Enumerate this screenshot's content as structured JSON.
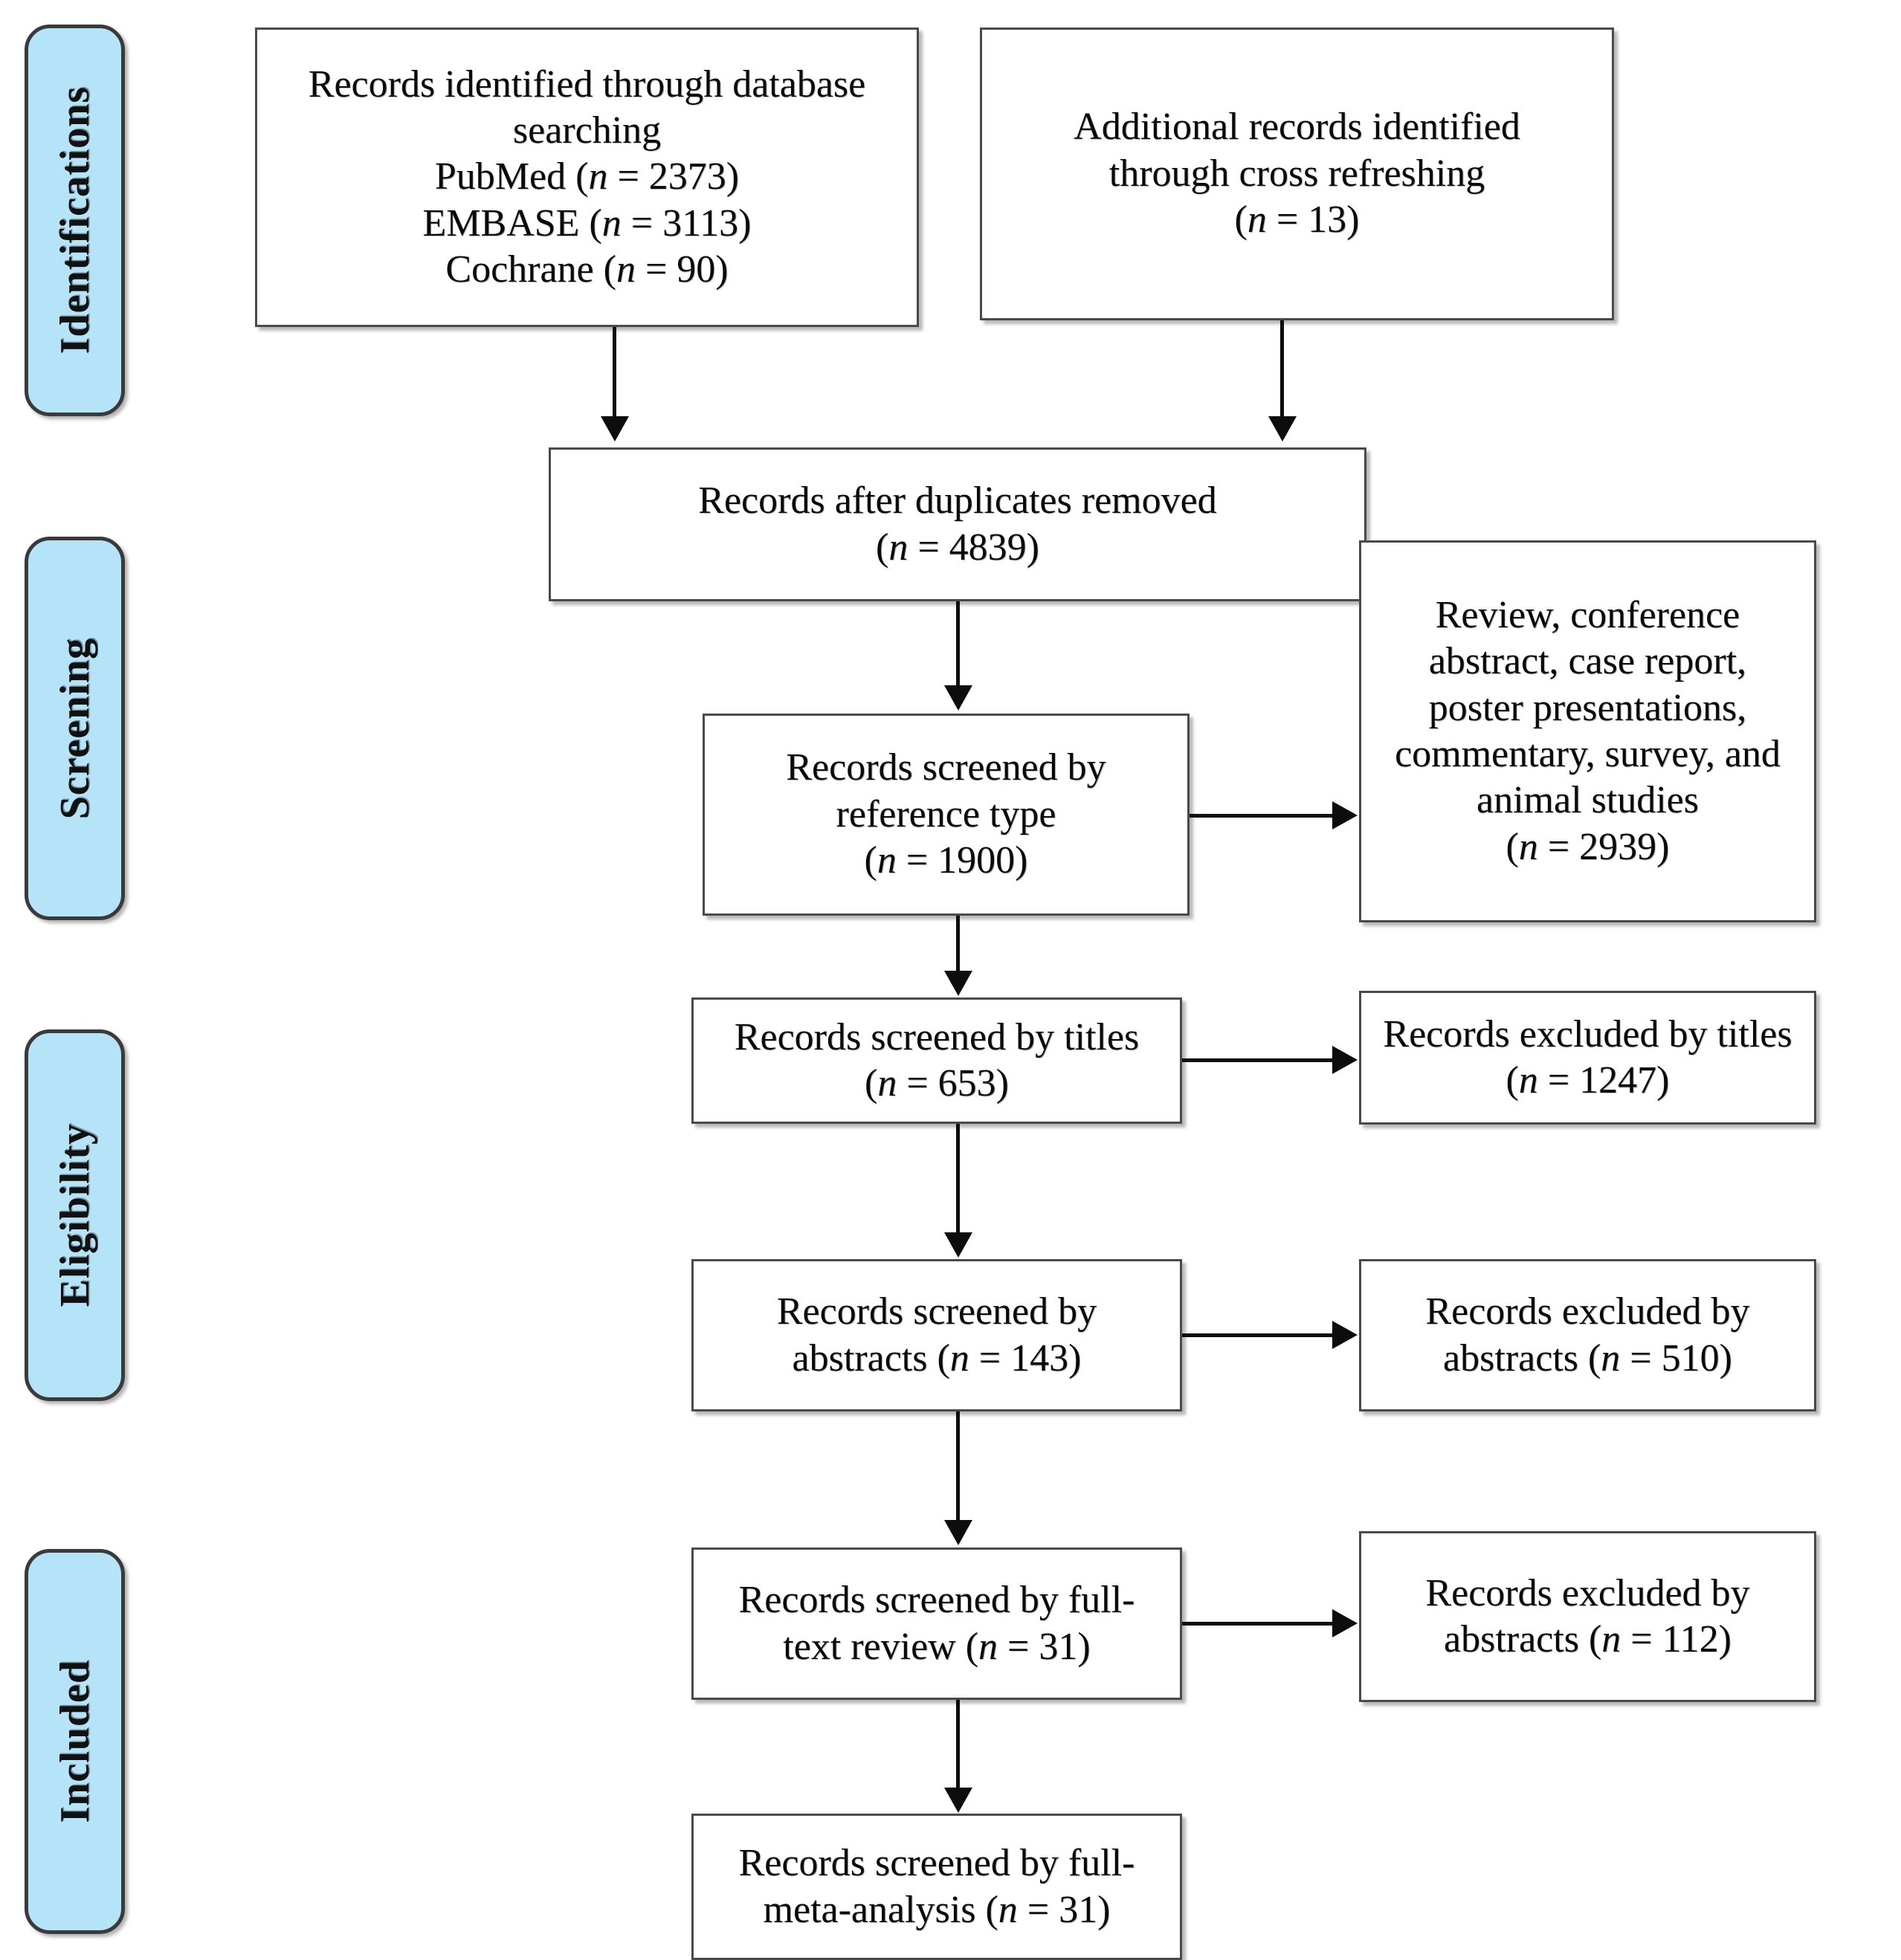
{
  "diagram": {
    "title": "PRISMA study selection flow diagram",
    "accent_color": "#b5e3f7",
    "box_border_color": "#4a4a4a",
    "connector_color": "#0d0d0d"
  },
  "stages": [
    {
      "id": "identifications",
      "label": "Identifications"
    },
    {
      "id": "screening",
      "label": "Screening"
    },
    {
      "id": "eligibility",
      "label": "Eligibility"
    },
    {
      "id": "included",
      "label": "Included"
    }
  ],
  "boxes": {
    "database_search": {
      "id": "records-identified-database",
      "text": "Records identified through database\nsearching\nPubMed (n = 2373)\nEMBASE (n = 3113)\nCochrane (n = 90)",
      "counts": {
        "PubMed": 2373,
        "EMBASE": 3113,
        "Cochrane": 90
      }
    },
    "additional_records": {
      "id": "additional-records-cross-refreshing",
      "text": "Additional records identified\nthrough cross refreshing\n(n = 13)",
      "count": 13
    },
    "duplicates_removed": {
      "id": "records-after-duplicates-removed",
      "text": "Records after duplicates removed\n(n = 4839)",
      "count": 4839
    },
    "screened_reference_type": {
      "id": "records-screened-reference-type",
      "text": "Records screened by\nreference type\n(n = 1900)",
      "count": 1900
    },
    "excluded_reference_type": {
      "id": "excluded-by-reference-type",
      "text": "Review, conference\nabstract, case report,\nposter presentations,\ncommentary, survey, and\nanimal studies\n(n = 2939)",
      "count": 2939
    },
    "screened_titles": {
      "id": "records-screened-titles",
      "text": "Records screened by titles\n(n = 653)",
      "count": 653
    },
    "excluded_titles": {
      "id": "records-excluded-titles",
      "text": "Records excluded by titles\n(n = 1247)",
      "count": 1247
    },
    "screened_abstracts": {
      "id": "records-screened-abstracts",
      "text": "Records screened by\nabstracts (n = 143)",
      "count": 143
    },
    "excluded_abstracts_510": {
      "id": "records-excluded-abstracts-510",
      "text": "Records excluded by\nabstracts (n = 510)",
      "count": 510
    },
    "screened_fulltext": {
      "id": "records-screened-full-text-review",
      "text": "Records screened by full-\ntext review (n = 31)",
      "count": 31
    },
    "excluded_abstracts_112": {
      "id": "records-excluded-abstracts-112",
      "text": "Records excluded by\nabstracts (n = 112)",
      "count": 112
    },
    "meta_analysis": {
      "id": "records-screened-full-meta-analysis",
      "text": "Records screened by full-\nmeta-analysis (n = 31)",
      "count": 31
    }
  }
}
